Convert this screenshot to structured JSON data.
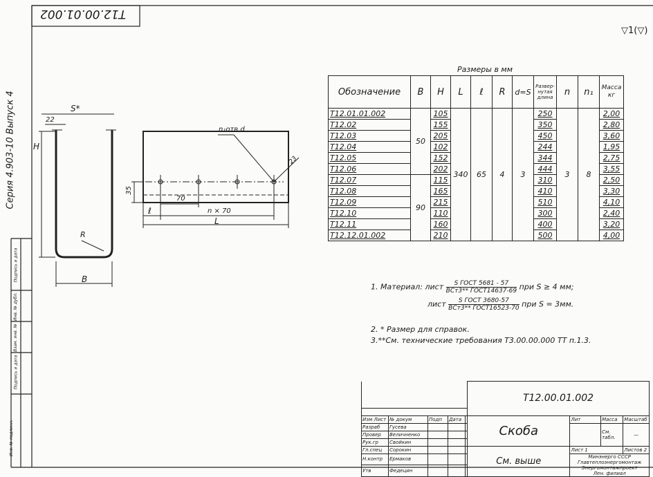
{
  "stamp_code": "Т12.00.01.002",
  "roughness": "▽1(▽)",
  "series_label": "Серия 4.903-10 Выпуск 4",
  "dims_header": "Размеры в мм",
  "table": {
    "headers": [
      "Обозначение",
      "В",
      "Н",
      "L",
      "ℓ",
      "R",
      "d=S",
      "Развер-нутая длина",
      "n",
      "n₁",
      "Масса кг"
    ],
    "rows": [
      {
        "des": "Т12.01.01.002",
        "H": "105",
        "dev": "250",
        "mass": "2,00"
      },
      {
        "des": "Т12.02",
        "H": "155",
        "dev": "350",
        "mass": "2,80"
      },
      {
        "des": "Т12.03",
        "H": "205",
        "dev": "450",
        "mass": "3,60"
      },
      {
        "des": "Т12.04",
        "H": "102",
        "dev": "244",
        "mass": "1,95"
      },
      {
        "des": "Т12.05",
        "H": "152",
        "dev": "344",
        "mass": "2,75"
      },
      {
        "des": "Т12.06",
        "H": "202",
        "dev": "444",
        "mass": "3,55"
      },
      {
        "des": "Т12.07",
        "H": "115",
        "dev": "310",
        "mass": "2,50"
      },
      {
        "des": "Т12.08",
        "H": "165",
        "dev": "410",
        "mass": "3,30"
      },
      {
        "des": "Т12.09",
        "H": "215",
        "dev": "510",
        "mass": "4,10"
      },
      {
        "des": "Т12.10",
        "H": "110",
        "dev": "300",
        "mass": "2,40"
      },
      {
        "des": "Т12.11",
        "H": "160",
        "dev": "400",
        "mass": "3,20"
      },
      {
        "des": "Т12.12.01.002",
        "H": "210",
        "dev": "500",
        "mass": "4,00"
      }
    ],
    "B_group1": "50",
    "B_group2": "90",
    "L": "340",
    "l": "65",
    "R": "4",
    "dS": "3",
    "n": "3",
    "n1": "8"
  },
  "drawing": {
    "s_label": "S*",
    "dim_22": "22",
    "H_label": "Н",
    "R_label": "R",
    "B_label": "В",
    "holes_label": "n₁отв.d",
    "dim_35": "35",
    "dim_70": "70",
    "l_label": "ℓ",
    "nx70": "n × 70",
    "L_label": "L",
    "dim_23": "23"
  },
  "notes": {
    "n1_prefix": "1. Материал: лист",
    "n1a_num": "S ГОСТ 5681 - 57",
    "n1a_den": "ВСт3** ГОСТ14637-69",
    "n1a_suffix": "при S ≥ 4 мм;",
    "n1b_prefix": "лист",
    "n1b_num": "S ГОСТ 3680-57",
    "n1b_den": "ВСт3** ГОСТ16523-70",
    "n1b_suffix": "при S = 3мм.",
    "n2": "2. * Размер для справок.",
    "n3": "3.**См. технические требования Т3.00.00.000 ТТ п.1.3."
  },
  "titleblock": {
    "code": "Т12.00.01.002",
    "name": "Скоба",
    "material": "См. выше",
    "lit": "Лит",
    "mass": "Масса",
    "scale": "Масштаб",
    "mass_val": "См. табл.",
    "scale_val": "—",
    "sheet": "Лист 1",
    "sheets": "Листов 2",
    "org1": "Минэнерго СССР",
    "org2": "Главтеплоэнергомонтаж",
    "org3": "Энергомонтажпроект",
    "org4": "Лен. филиал",
    "rows": [
      {
        "role": "Изм Лист",
        "name": "№ докум",
        "sign": "Подп",
        "date": "Дата"
      },
      {
        "role": "Разраб",
        "name": "Гусева",
        "sign": "",
        "date": ""
      },
      {
        "role": "Провер",
        "name": "Величненко",
        "sign": "",
        "date": ""
      },
      {
        "role": "Рук.гр",
        "name": "Свойкин",
        "sign": "",
        "date": ""
      },
      {
        "role": "Гл.спец",
        "name": "Сорокин",
        "sign": "",
        "date": ""
      },
      {
        "role": "Н.контр",
        "name": "Ермаков",
        "sign": "",
        "date": ""
      },
      {
        "role": "Утв",
        "name": "Федецин",
        "sign": "",
        "date": ""
      }
    ]
  },
  "left_strip": [
    "Инв. № подлинн.",
    "Подпись и дата",
    "Взам. инв. №",
    "Инв. № дубл.",
    "Подпись и дата"
  ]
}
